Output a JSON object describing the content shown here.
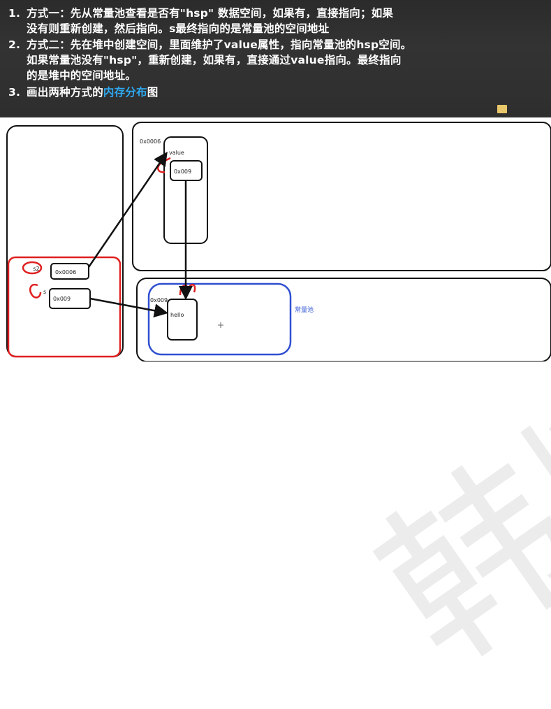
{
  "notes": [
    {
      "num": "1.",
      "lines": [
        "方式一：先从常量池查看是否有\"hsp\" 数据空间，如果有，直接指向；如果",
        "没有则重新创建，然后指向。s最终指向的是常量池的空间地址"
      ]
    },
    {
      "num": "2.",
      "lines": [
        "方式二：先在堆中创建空间，里面维护了value属性，指向常量池的hsp空间。",
        "如果常量池没有\"hsp\"，重新创建，如果有，直接通过value指向。最终指向",
        "的是堆中的空间地址。"
      ]
    },
    {
      "num": "3.",
      "prefix": "画出两种方式的",
      "highlight": "内存分布",
      "suffix": "图"
    }
  ],
  "diagram": {
    "stack": {
      "var_s2": "s2",
      "val_s2": "0x0006",
      "var_s": "s",
      "val_s": "0x009"
    },
    "heap_object": {
      "address": "0x0006",
      "field": "value",
      "field_value": "0x009"
    },
    "constant_pool": {
      "label": "常量池",
      "address": "0x009",
      "string": "hello"
    }
  },
  "colors": {
    "red": "#e02020",
    "blue": "#2f4fd0",
    "black": "#111111",
    "highlight": "#2ea8f0"
  },
  "watermark": "韩顺平教育"
}
